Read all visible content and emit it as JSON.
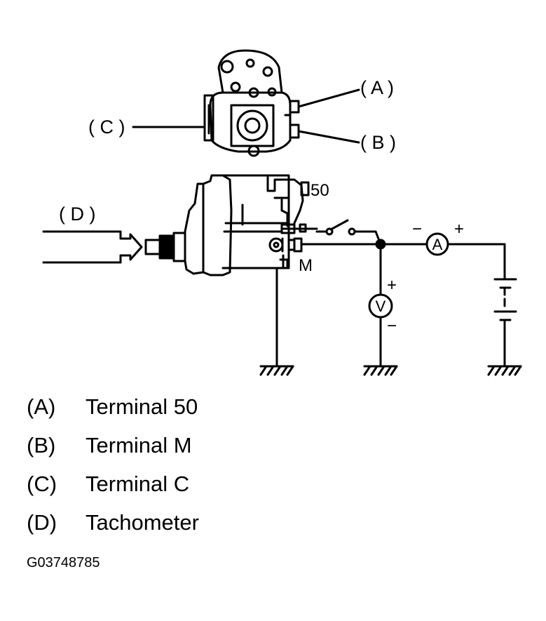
{
  "callouts": {
    "a": "( A )",
    "b": "( B )",
    "c": "( C )",
    "d": "( D )"
  },
  "terminal_labels": {
    "t50": "50",
    "m": "M"
  },
  "meters": {
    "ammeter": "A",
    "voltmeter": "V"
  },
  "signs": {
    "ammeter_minus": "−",
    "ammeter_plus": "+",
    "voltmeter_plus": "+",
    "voltmeter_minus": "−"
  },
  "legend": [
    {
      "key": "(A)",
      "text": "Terminal 50"
    },
    {
      "key": "(B)",
      "text": "Terminal M"
    },
    {
      "key": "(C)",
      "text": "Terminal C"
    },
    {
      "key": "(D)",
      "text": "Tachometer"
    }
  ],
  "doc_code": "G03748785"
}
